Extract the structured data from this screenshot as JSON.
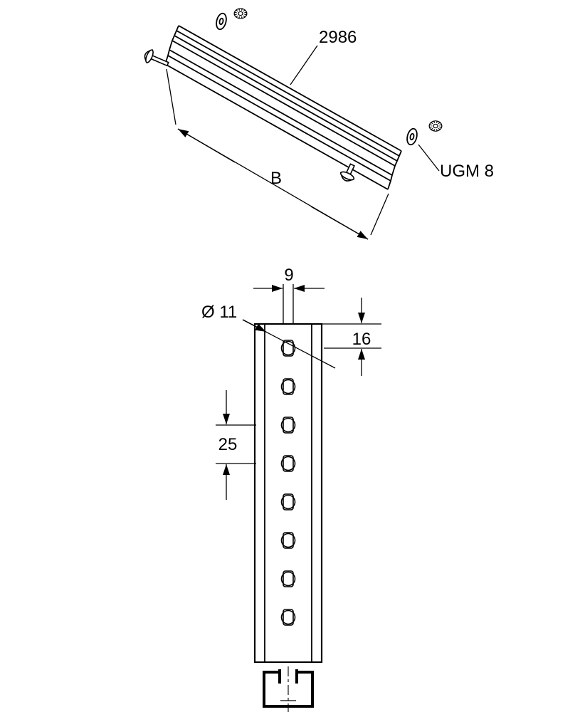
{
  "drawing": {
    "iso": {
      "part_number": "2986",
      "accessory": "UGM 8",
      "length_dim": "B"
    },
    "front": {
      "slot_width": "9",
      "hole_dia": "Ø 11",
      "first_hole_offset": "16",
      "hole_pitch": "25"
    }
  },
  "colors": {
    "ink": "#000000",
    "paper": "#ffffff"
  }
}
